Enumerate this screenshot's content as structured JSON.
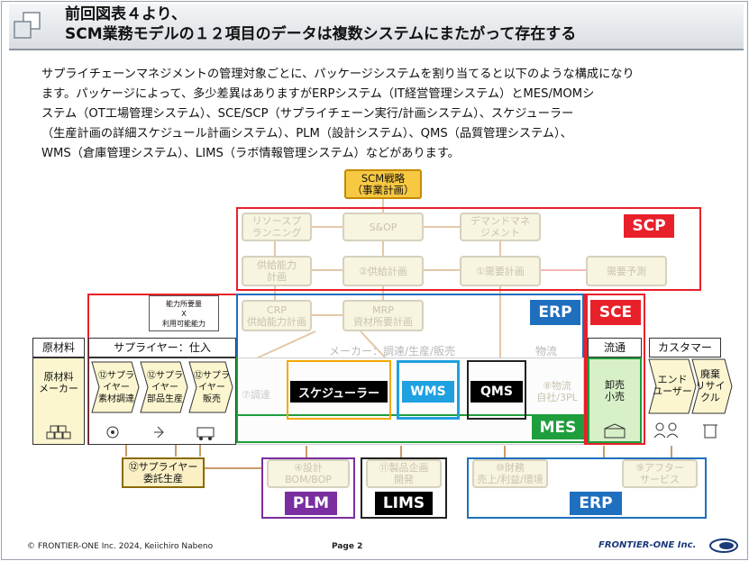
{
  "header": {
    "title_line1": "前回図表４より、",
    "title_line2": "SCM業務モデルの１２項目のデータは複数システムにまたがって存在する"
  },
  "body": {
    "lines": [
      "サプライチェーンマネジメントの管理対象ごとに、パッケージシステムを割り当てると以下のような構成になり",
      "ます。パッケージによって、多少差異はありますがERPシステム（IT経営管理システム）とMES/MOMシ",
      "ステム（OT工場管理システム）、SCE/SCP（サプライチェーン実行/計画システム）、スケジューラー",
      "（生産計画の詳細スケジュール計画システム）、PLM（設計システム）、QMS（品質管理システム）、",
      "WMS（倉庫管理システム）、LIMS（ラボ情報管理システム）などがあります。"
    ]
  },
  "diagram": {
    "scm_strategy": {
      "line1": "SCM戦略",
      "line2": "（事業計画）"
    },
    "scp_row1": {
      "resource_line1": "リソースプ",
      "resource_line2": "ランニング",
      "sop": "S&OP",
      "demand_line1": "デマンドマネ",
      "demand_line2": "ジメント"
    },
    "scp_row2": {
      "supply_cap_line1": "供給能力",
      "supply_cap_line2": "計画",
      "supply_plan": "②供給計画",
      "demand_plan": "①需要計画",
      "forecast": "需要予測"
    },
    "capacity_note": {
      "line1": "能力所要量",
      "line2": "X",
      "line3": "利用可能能力"
    },
    "crp": {
      "line1": "CRP",
      "line2": "供給能力計画"
    },
    "mrp": {
      "line1": "MRP",
      "line2": "資材所要計画"
    },
    "tags": {
      "scp": "SCP",
      "erp_top": "ERP",
      "sce": "SCE",
      "mes": "MES",
      "wms": "WMS",
      "qms": "QMS",
      "scheduler": "スケジューラー",
      "plm": "PLM",
      "lims": "LIMS",
      "erp_bottom": "ERP"
    },
    "chain": {
      "raw_material": {
        "header": "原材料",
        "line1": "原材料",
        "line2": "メーカー"
      },
      "supplier": {
        "header": "サプライヤー：仕入",
        "s1_line1": "⑫サプラ",
        "s1_line2": "イヤー",
        "s1_line3": "素材調達",
        "s2_line1": "⑫サプラ",
        "s2_line2": "イヤー",
        "s2_line3": "部品生産",
        "s3_line1": "⑫サプラ",
        "s3_line2": "イヤー",
        "s3_line3": "販売"
      },
      "maker": {
        "header": "メーカー：調達/生産/販売",
        "procure": "⑦調達",
        "logistics_header": "物流",
        "logistics_line1": "⑧物流",
        "logistics_line2": "自社/3PL"
      },
      "distribution": {
        "header": "流通",
        "line1": "卸売",
        "line2": "小売"
      },
      "customer": {
        "header": "カスタマー",
        "end_line1": "エンド",
        "end_line2": "ユーザー",
        "recycle_line1": "廃棄",
        "recycle_line2": "リサイ",
        "recycle_line3": "クル"
      }
    },
    "bottom": {
      "supplier_consign_line1": "⑫サプライヤー",
      "supplier_consign_line2": "委託生産",
      "design_line1": "④設計",
      "design_line2": "BOM/BOP",
      "product_plan_line1": "⑪製品企画",
      "product_plan_line2": "開発",
      "finance_line1": "⑩財務",
      "finance_line2": "売上/利益/環境",
      "after_line1": "⑨アフター",
      "after_line2": "サービス"
    },
    "colors": {
      "scp": "#e8202a",
      "erp": "#1f6fbf",
      "sce": "#e8202a",
      "mes": "#1e9e3c",
      "wms": "#1fa0e0",
      "plm": "#7a2ea0",
      "scheduler_frame": "#f2a900",
      "strategy": "#f2a900"
    }
  },
  "footer": {
    "copyright": "© FRONTIER-ONE Inc. 2024,  Keiichiro  Nabeno",
    "page": "Page 2",
    "logo": "FRONTIER-ONE Inc."
  }
}
